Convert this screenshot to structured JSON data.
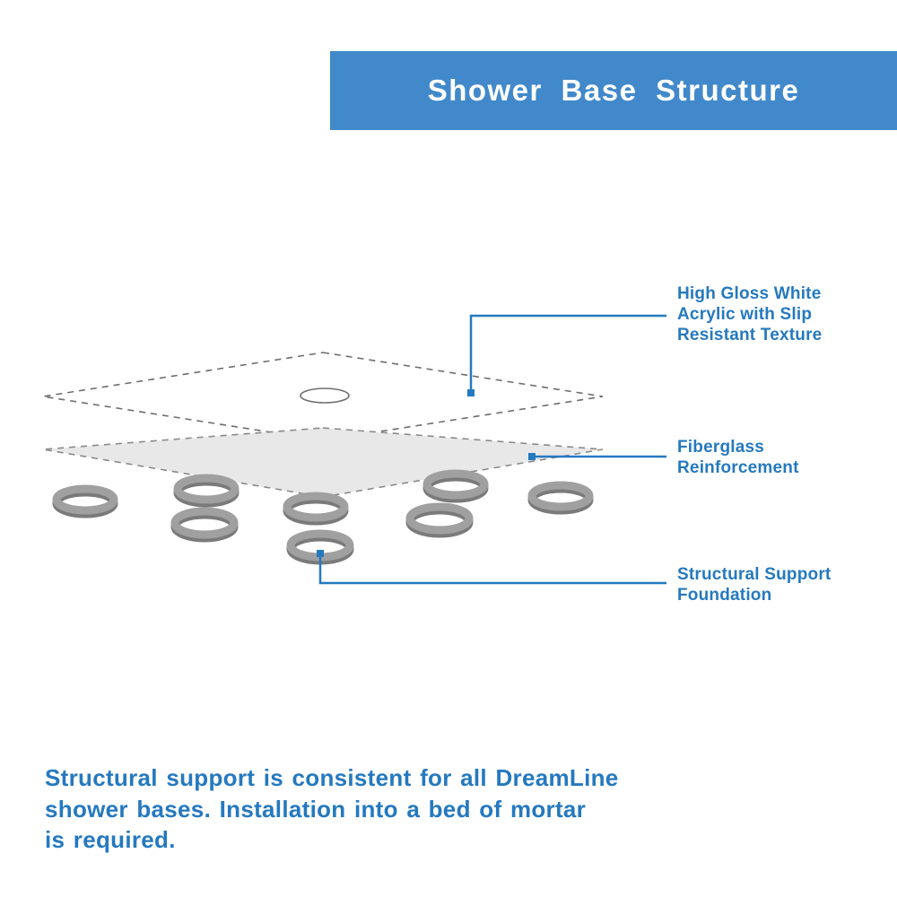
{
  "banner": {
    "title": "Shower Base Structure"
  },
  "labels": {
    "acrylic": "High Gloss White\nAcrylic with Slip\nResistant Texture",
    "fiberglass": "Fiberglass\nReinforcement",
    "foundation": "Structural Support\nFoundation"
  },
  "footer": {
    "text": "Structural support is consistent for all DreamLine\nshower bases. Installation into a bed of mortar\nis required."
  },
  "colors": {
    "accent_blue": "#2579bf",
    "banner_blue": "#4189ca",
    "layer_gray": "#e8e8e8",
    "ring_dark": "#7a7a7a",
    "ring_light": "#a0a0a0",
    "outline_gray": "#6e6e6e"
  }
}
